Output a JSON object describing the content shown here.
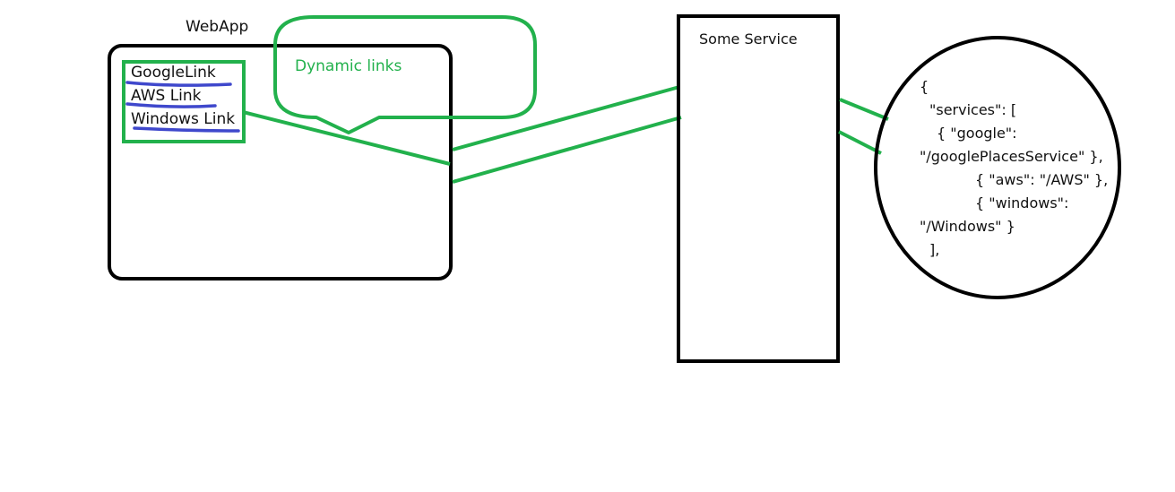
{
  "colors": {
    "outline": "#000000",
    "connector": "#22b14c",
    "underline": "#3f48cc",
    "annotation_text": "#22b14c"
  },
  "webapp": {
    "title": "WebApp",
    "links": [
      "GoogleLink",
      "AWS Link",
      "Windows Link"
    ]
  },
  "callout": {
    "text": "Dynamic links"
  },
  "service": {
    "title": "Some Service"
  },
  "response": {
    "lines": [
      "{",
      "\"services\": [",
      "{ \"google\":",
      "\"/googlePlacesService\" },",
      "{ \"aws\": \"/AWS\" },",
      "{ \"windows\":",
      "\"/Windows\" }",
      "],"
    ]
  }
}
